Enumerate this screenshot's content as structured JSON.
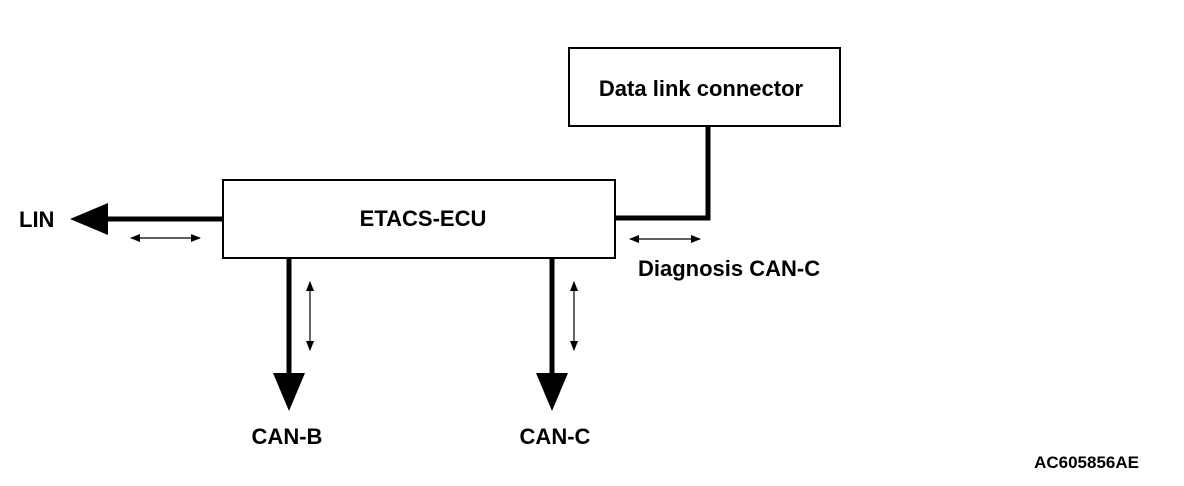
{
  "nodes": {
    "etacs_ecu": "ETACS-ECU",
    "data_link_connector": "Data link connector"
  },
  "buses": {
    "lin": "LIN",
    "can_b": "CAN-B",
    "can_c": "CAN-C",
    "diagnosis_can_c": "Diagnosis CAN-C"
  },
  "figure_code": "AC605856AE",
  "colors": {
    "line": "#000000",
    "background": "#ffffff"
  }
}
